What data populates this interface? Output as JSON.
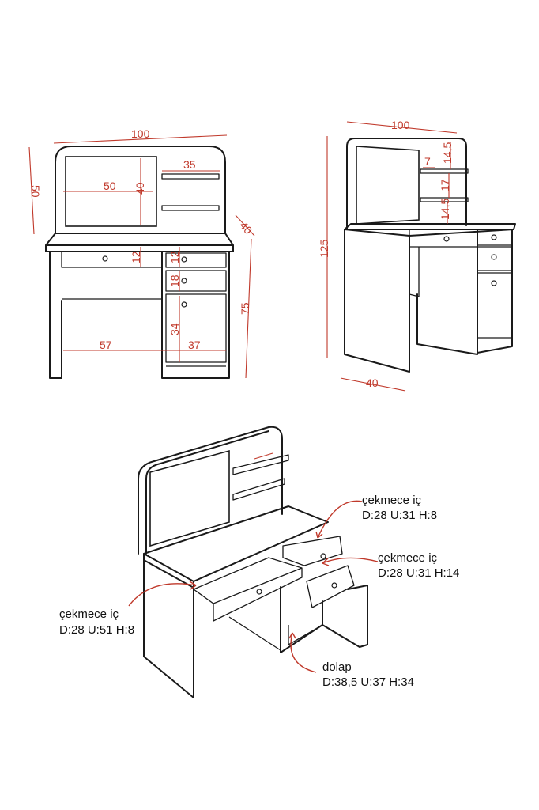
{
  "front_view": {
    "width": "100",
    "top_height": "50",
    "mirror_width": "50",
    "mirror_height": "40",
    "shelf_width": "35",
    "depth": "40",
    "drawer1": "12",
    "drawer2": "12",
    "drawer3": "18",
    "drawer4": "34",
    "desk_height": "75",
    "left_space": "57",
    "right_space": "37"
  },
  "side_view": {
    "width": "100",
    "total_height": "125",
    "shelf_gap1": "7",
    "shelf_gap2": "14,5",
    "shelf_gap3": "17",
    "shelf_gap4": "14,5",
    "depth": "40"
  },
  "callouts": [
    {
      "title": "çekmece iç",
      "dims": "D:28 U:31 H:8"
    },
    {
      "title": "çekmece iç",
      "dims": "D:28 U:31 H:14"
    },
    {
      "title": "çekmece iç",
      "dims": "D:28 U:51 H:8"
    },
    {
      "title": "dolap",
      "dims": "D:38,5 U:37 H:34"
    }
  ],
  "colors": {
    "dimension": "#c0392b",
    "outline": "#1a1a1a"
  }
}
